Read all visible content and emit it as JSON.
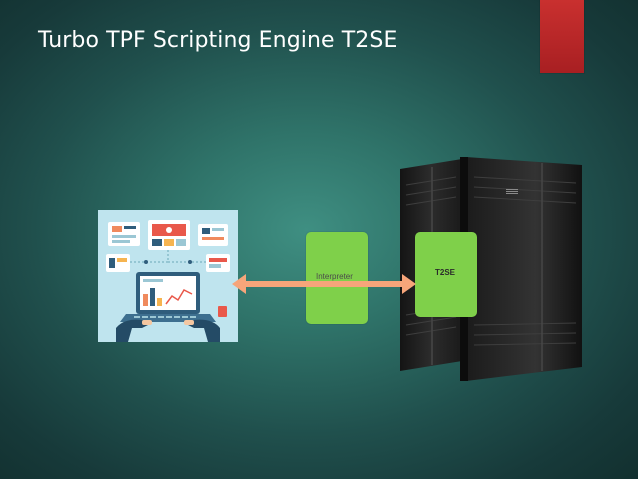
{
  "slide": {
    "title": "Turbo TPF Scripting Engine T2SE"
  },
  "diagram": {
    "interpreter_label": "Interpreter",
    "t2se_label": "T2SE",
    "server_brand": "IBM"
  },
  "colors": {
    "accent_red": "#b72528",
    "box_green": "#7fd04a",
    "arrow_orange": "#f6a57a"
  },
  "icons": [
    "laptop-dashboard-illustration",
    "mainframe-server-icon",
    "double-arrow-icon",
    "brand-stripes-icon"
  ]
}
